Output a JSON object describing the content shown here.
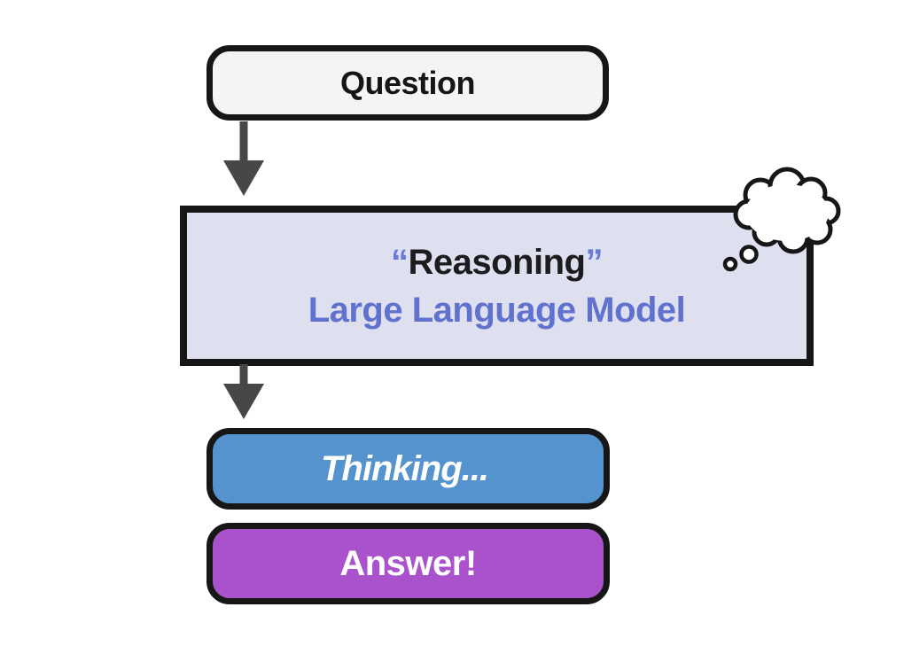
{
  "title": "Reasoning LLM flow diagram",
  "colors": {
    "background": "#ffffff",
    "question_fill": "#f4f4f6",
    "question_text": "#151517",
    "box_border": "#161616",
    "llm_fill": "#dee0f0",
    "llm_quote": "#6b79d8",
    "llm_line1": "#1c1c1e",
    "llm_line2": "#6171ce",
    "thinking_fill": "#5493ce",
    "answer_fill": "#aa52cc",
    "flow_text": "#ffffff",
    "arrow": "#474747"
  },
  "nodes": {
    "question": {
      "label": "Question"
    },
    "llm": {
      "open_quote": "“",
      "line1": "Reasoning",
      "close_quote": "”",
      "line2": "Large Language Model"
    },
    "thinking": {
      "label": "Thinking..."
    },
    "answer": {
      "label": "Answer!"
    }
  },
  "icons": {
    "thought_bubble": "thought-bubble-icon",
    "arrow_down": "arrow-down-icon"
  }
}
